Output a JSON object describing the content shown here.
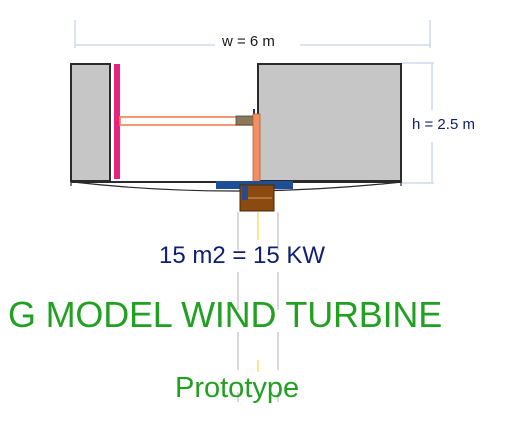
{
  "labels": {
    "width": "w = 6 m",
    "height": "h = 2.5 m",
    "area_power": "15 m2 = 15 KW",
    "title": "G MODEL WIND TURBINE",
    "subtitle": "Prototype"
  },
  "colors": {
    "panel_fill": "#c6c6c6",
    "panel_border": "#2a2a2a",
    "blade": "#e8237f",
    "shaft": "#f08050",
    "hub_plate": "#1e4f96",
    "generator": "#8a4a10",
    "dimension_line": "#cfd9ee",
    "label_blue": "#10206e",
    "title_green": "#22a022"
  }
}
